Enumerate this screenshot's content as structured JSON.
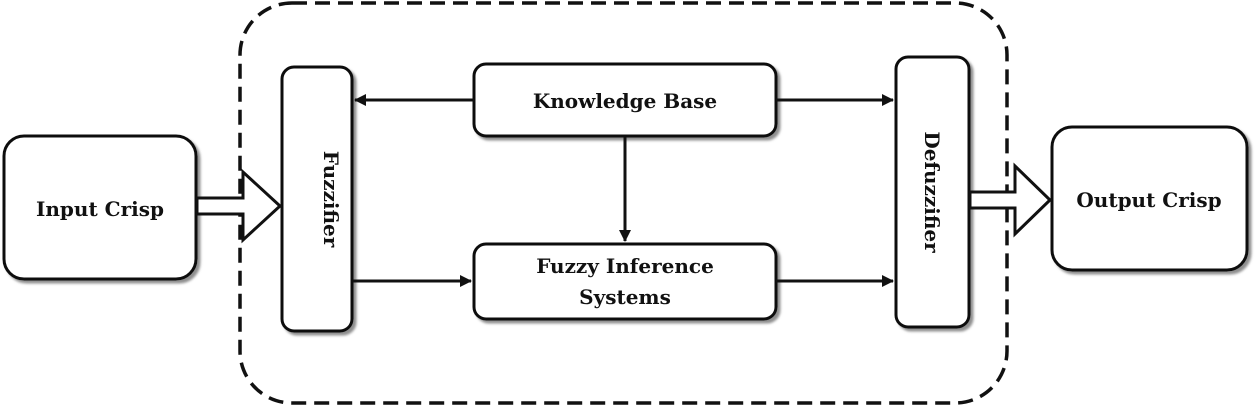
{
  "nodes": {
    "input": "Input Crisp",
    "fuzzifier": "Fuzzifier",
    "knowledge_base": "Knowledge Base",
    "fis_line1": "Fuzzy Inference",
    "fis_line2": "Systems",
    "defuzzifier": "Defuzzifier",
    "output": "Output Crisp"
  },
  "colors": {
    "stroke": "#111111",
    "fill": "#ffffff",
    "shadow": "#7a7a7a"
  }
}
